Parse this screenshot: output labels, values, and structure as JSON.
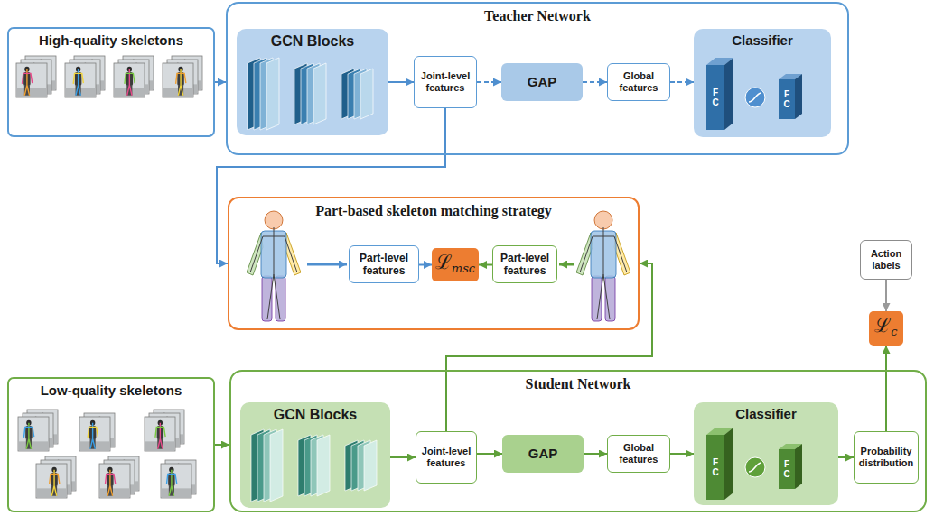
{
  "diagram": {
    "nodes": [
      {
        "text": [
          "High-quality skeletons"
        ]
      },
      {
        "text": [
          "Teacher Network"
        ]
      },
      {
        "text": [
          "GCN Blocks"
        ],
        "in": 1
      },
      {
        "text": [
          "Joint-level features"
        ],
        "in": 1
      },
      {
        "text": [
          "GAP"
        ],
        "in": 1
      },
      {
        "text": [
          "Global features"
        ],
        "in": 1
      },
      {
        "text": [
          "Classifier"
        ],
        "in": 1
      },
      {
        "text": [
          "Part-based skeleton matching strategy"
        ]
      },
      {
        "text": [
          "Part-level features"
        ],
        "in": 7
      },
      {
        "text": [
          "ℒ",
          "msc"
        ],
        "in": 7
      },
      {
        "text": [
          "Part-level features"
        ],
        "in": 7
      },
      {
        "text": [
          "Action labels"
        ]
      },
      {
        "text": [
          "ℒ",
          "c"
        ]
      },
      {
        "text": [
          "Low-quality skeletons"
        ]
      },
      {
        "text": [
          "Student Network"
        ]
      },
      {
        "text": [
          "GCN Blocks"
        ],
        "in": 14
      },
      {
        "text": [
          "Joint-level features"
        ],
        "in": 14
      },
      {
        "text": [
          "GAP"
        ],
        "in": 14
      },
      {
        "text": [
          "Global features"
        ],
        "in": 14
      },
      {
        "text": [
          "Classifier"
        ],
        "in": 14
      },
      {
        "text": [
          "Probability distribution"
        ],
        "in": 14
      }
    ],
    "edges": [
      {
        "from": 0,
        "to": 1,
        "arrow": "to"
      },
      {
        "from": 2,
        "to": 3,
        "arrow": "to"
      },
      {
        "from": 3,
        "to": 4,
        "arrow": "to"
      },
      {
        "from": 4,
        "to": 5,
        "arrow": "to"
      },
      {
        "from": 5,
        "to": 6,
        "arrow": "to"
      },
      {
        "from": 3,
        "to": 7,
        "arrow": "to"
      },
      {
        "from": 8,
        "to": 9,
        "arrow": "to"
      },
      {
        "from": 10,
        "to": 9,
        "arrow": "to"
      },
      {
        "from": 13,
        "to": 14,
        "arrow": "to"
      },
      {
        "from": 15,
        "to": 16,
        "arrow": "to"
      },
      {
        "from": 16,
        "to": 17,
        "arrow": "to"
      },
      {
        "from": 17,
        "to": 18,
        "arrow": "to"
      },
      {
        "from": 18,
        "to": 19,
        "arrow": "to"
      },
      {
        "from": 19,
        "to": 20,
        "arrow": "to"
      },
      {
        "from": 16,
        "to": 7,
        "arrow": "to"
      },
      {
        "from": 20,
        "to": 12,
        "arrow": "to"
      },
      {
        "from": 11,
        "to": 12,
        "arrow": "to"
      }
    ],
    "labels": [
      "FC",
      "FC",
      "FC",
      "FC"
    ]
  }
}
